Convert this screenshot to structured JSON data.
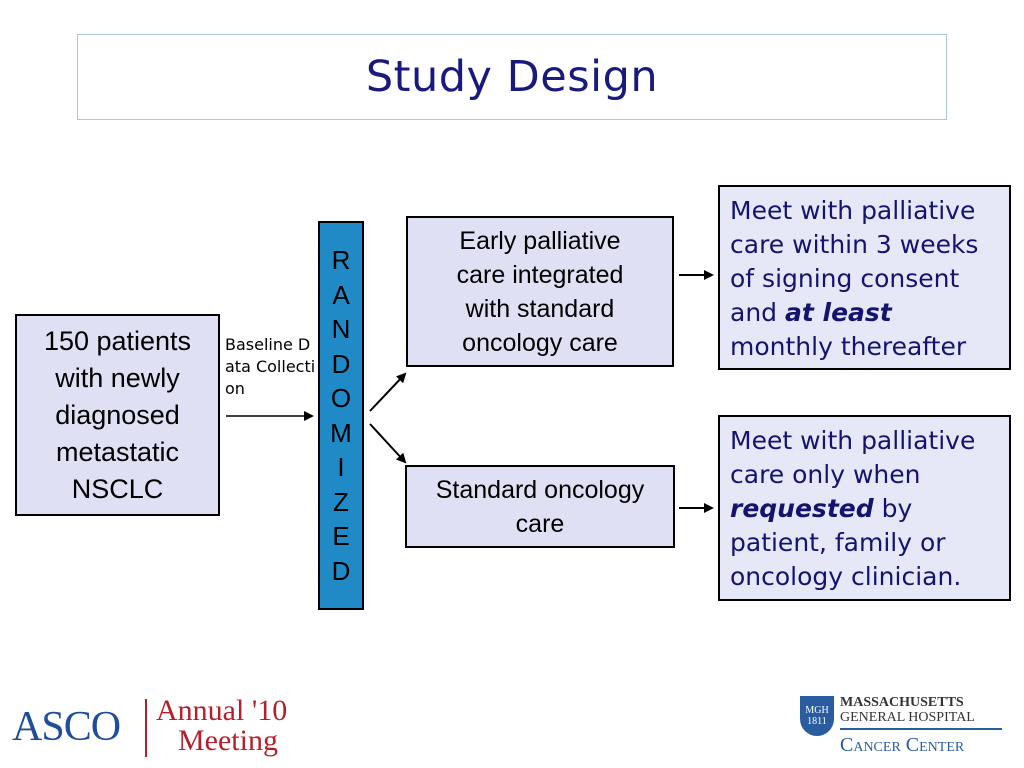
{
  "title": "Study Design",
  "patients": {
    "lines": [
      "150 patients",
      "with newly",
      "diagnosed",
      "metastatic",
      "NSCLC"
    ]
  },
  "baseline_label": "Baseline Data Collection",
  "randomized": {
    "letters": [
      "R",
      "A",
      "N",
      "D",
      "O",
      "M",
      "I",
      "Z",
      "E",
      "D"
    ]
  },
  "arms": {
    "early": {
      "lines": [
        "Early palliative",
        "care integrated",
        "with standard",
        "oncology care"
      ]
    },
    "standard": {
      "lines": [
        "Standard oncology",
        "care"
      ]
    }
  },
  "outcomes": {
    "early": {
      "line1": "Meet with palliative",
      "line2": "care within 3 weeks",
      "line3": "of signing consent",
      "line4_pre": "and ",
      "line4_em": "at least",
      "line5": "monthly thereafter"
    },
    "standard": {
      "line1": "Meet with palliative",
      "line2": "care only when",
      "line3_em": "requested",
      "line3_post": " by",
      "line4": "patient, family or",
      "line5": "oncology clinician."
    }
  },
  "logos": {
    "asco": {
      "name": "ASCO",
      "annual": "Annual '10",
      "meeting": "Meeting"
    },
    "mgh": {
      "shield_top": "MGH",
      "shield_year": "1811",
      "line1": "MASSACHUSETTS",
      "line2": "GENERAL HOSPITAL",
      "cancer_center": "Cancer Center"
    }
  },
  "colors": {
    "title": "#1a1a7e",
    "randomized_fill": "#1f8ac6",
    "box_fill": "#dfe0f3",
    "outcome_text": "#14146e",
    "asco_red": "#b3202c",
    "mgh_blue": "#2a5d9f"
  },
  "icons": [
    "arrow-right-icon",
    "arrow-diagonal-up-icon",
    "arrow-diagonal-down-icon",
    "mgh-shield-icon"
  ]
}
